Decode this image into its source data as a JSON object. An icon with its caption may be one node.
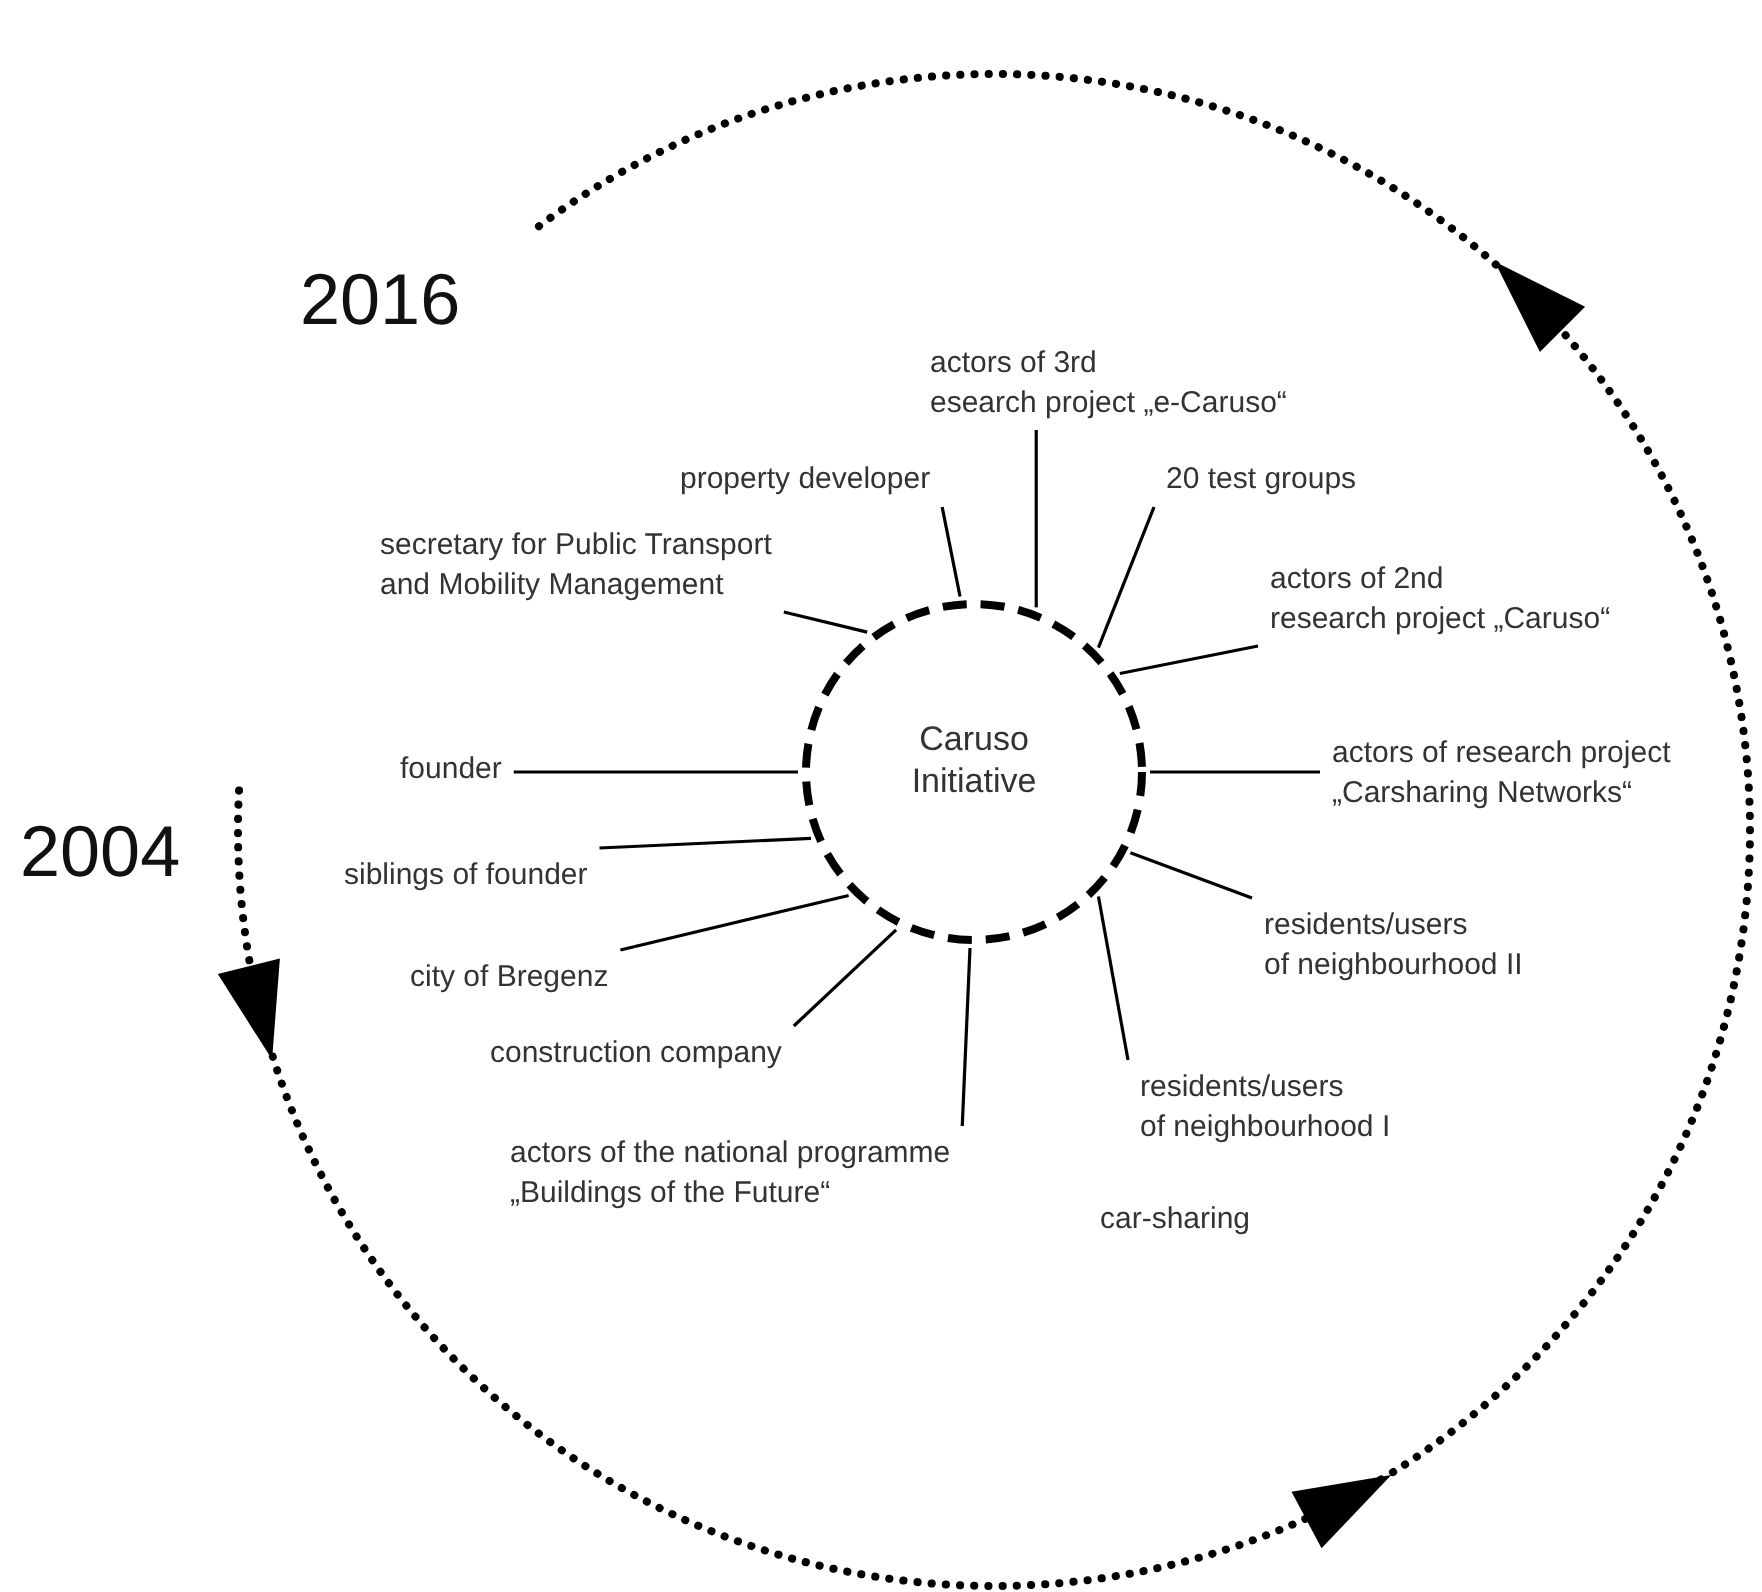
{
  "diagram": {
    "nodes": [
      {
        "text": [
          "Caruso Initiative"
        ]
      },
      {
        "text": [
          "actors of 3rd esearch project „e-Caruso“"
        ]
      },
      {
        "text": [
          "property developer"
        ]
      },
      {
        "text": [
          "secretary for Public Transport and Mobility Management"
        ]
      },
      {
        "text": [
          "20 test groups"
        ]
      },
      {
        "text": [
          "actors of 2nd research project „Caruso“"
        ]
      },
      {
        "text": [
          "founder"
        ]
      },
      {
        "text": [
          "actors of research project „Carsharing Networks“"
        ]
      },
      {
        "text": [
          "siblings of founder"
        ]
      },
      {
        "text": [
          "residents/users of neighbourhood II"
        ]
      },
      {
        "text": [
          "city of Bregenz"
        ]
      },
      {
        "text": [
          "construction company"
        ]
      },
      {
        "text": [
          "residents/users of neighbourhood I"
        ]
      },
      {
        "text": [
          "actors of the national programme „Buildings of the Future“"
        ]
      }
    ],
    "edges": [
      {
        "from": 1,
        "to": 0,
        "arrow": "none"
      },
      {
        "from": 2,
        "to": 0,
        "arrow": "none"
      },
      {
        "from": 3,
        "to": 0,
        "arrow": "none"
      },
      {
        "from": 4,
        "to": 0,
        "arrow": "none"
      },
      {
        "from": 5,
        "to": 0,
        "arrow": "none"
      },
      {
        "from": 6,
        "to": 0,
        "arrow": "none"
      },
      {
        "from": 7,
        "to": 0,
        "arrow": "none"
      },
      {
        "from": 8,
        "to": 0,
        "arrow": "none"
      },
      {
        "from": 9,
        "to": 0,
        "arrow": "none"
      },
      {
        "from": 10,
        "to": 0,
        "arrow": "none"
      },
      {
        "from": 11,
        "to": 0,
        "arrow": "none"
      },
      {
        "from": 12,
        "to": 0,
        "arrow": "none"
      },
      {
        "from": 13,
        "to": 0,
        "arrow": "none"
      }
    ],
    "labels": [
      "2016",
      "2004",
      "car-sharing"
    ]
  }
}
